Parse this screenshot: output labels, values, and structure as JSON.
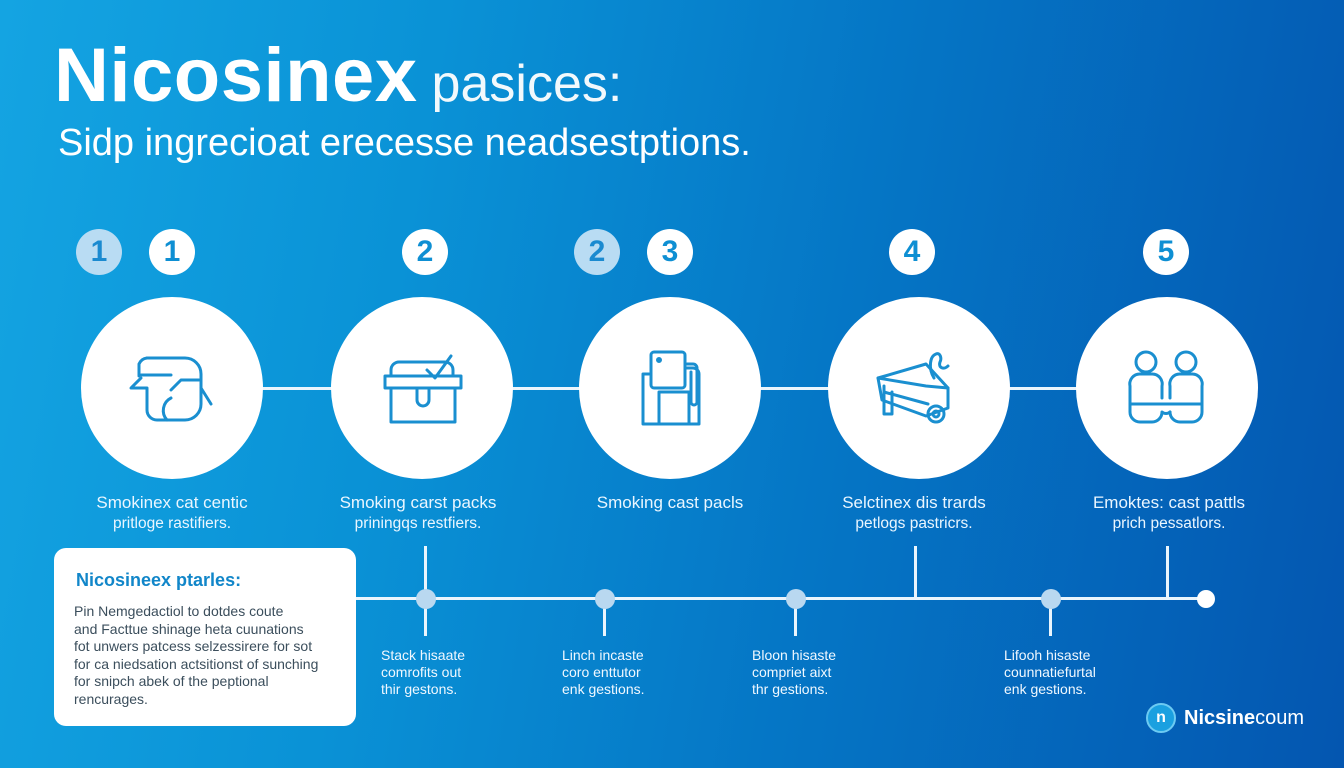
{
  "header": {
    "title_bold": "Nicosinex",
    "title_light": "pasices:",
    "subtitle": "Sidp ingrecioat erecesse neadsestptions."
  },
  "badges": [
    {
      "label": "1",
      "style": "ghost"
    },
    {
      "label": "1",
      "style": "solid"
    },
    {
      "label": "2",
      "style": "solid"
    },
    {
      "label": "2",
      "style": "ghost"
    },
    {
      "label": "3",
      "style": "solid"
    },
    {
      "label": "4",
      "style": "solid"
    },
    {
      "label": "5",
      "style": "solid"
    }
  ],
  "steps": [
    {
      "icon": "speech-bubbles-icon",
      "line1": "Smokinex cat centic",
      "line2": "pritloge rastifiers."
    },
    {
      "icon": "checked-box-icon",
      "line1": "Smoking carst packs",
      "line2": "priningqs restfiers."
    },
    {
      "icon": "fuel-pump-icon",
      "line1": "Smoking cast pacls",
      "line2": ""
    },
    {
      "icon": "cart-icon",
      "line1": "Selctinex dis trards",
      "line2": "petlogs pastricrs."
    },
    {
      "icon": "two-people-icon",
      "line1": "Emoktes: cast pattls",
      "line2": "prich pessatlors."
    }
  ],
  "info_card": {
    "title": "Nicosineex ptarles:",
    "body": [
      "Pin Nemgedactiol to dotdes coute",
      "and Facttue shinage heta cuunations",
      "fot unwers patcess selzessirere for sot",
      "for ca niedsation actsitionst of sunching",
      "for snipch abek of the peptional",
      "rencurages."
    ]
  },
  "timeline_notes": [
    {
      "lines": [
        "Stack hisaate",
        "comrofits out",
        "thir gestons."
      ]
    },
    {
      "lines": [
        "Linch incaste",
        "coro enttutor",
        "enk gestions."
      ]
    },
    {
      "lines": [
        "Bloon hisaste",
        "compriet aixt",
        "thr gestions."
      ]
    },
    {
      "lines": [
        "Lifooh hisaste",
        "counnatiefurtal",
        "enk gestions."
      ]
    }
  ],
  "brand": {
    "logo_letter": "n",
    "name_bold": "Nicsine",
    "name_light": "coum"
  },
  "colors": {
    "bg_start": "#14a4e2",
    "bg_end": "#0456b0",
    "accent": "#1186c9",
    "icon_stroke": "#1a8fd0"
  }
}
